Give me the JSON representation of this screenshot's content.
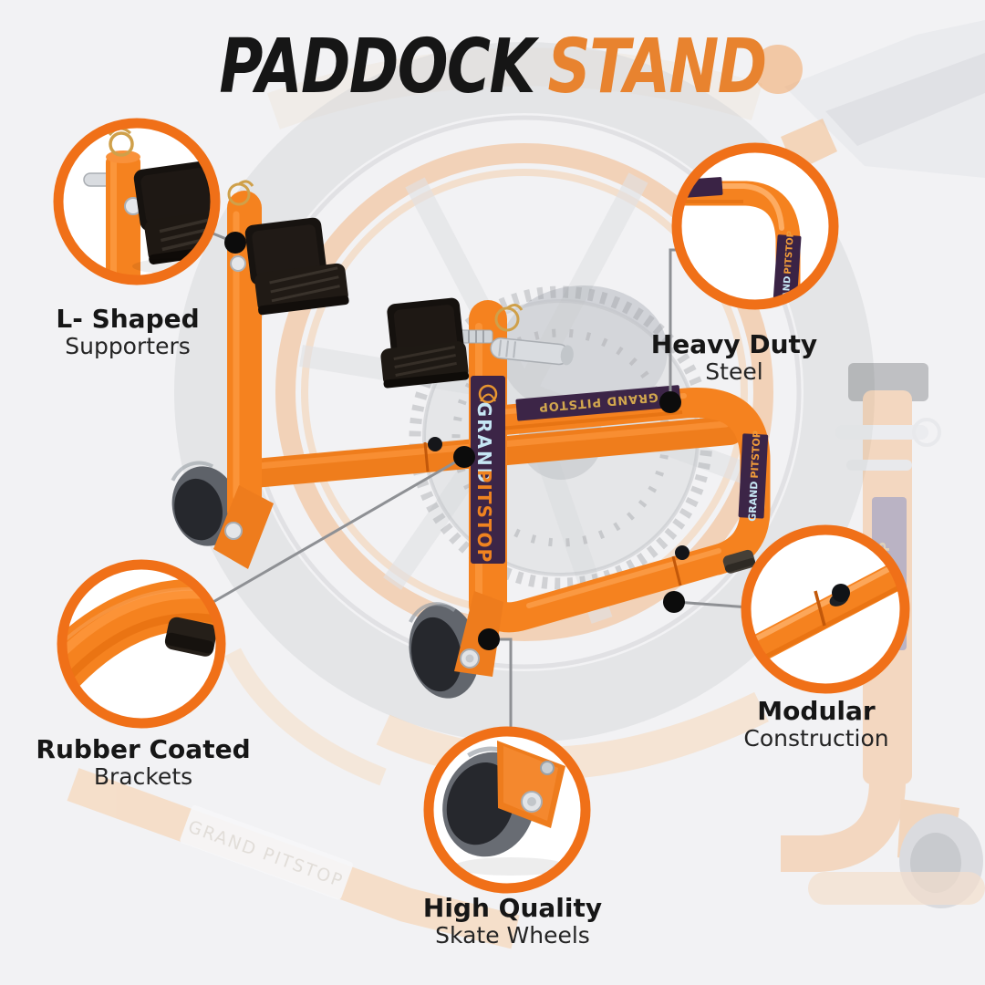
{
  "title": {
    "part1": "PADDOCK ",
    "part2": "STAND"
  },
  "colors": {
    "accent_orange": "#F07018",
    "tube_orange": "#F5821F",
    "title_black": "#161616",
    "title_orange": "#E8832F",
    "sticker_purple": "#3C2547",
    "connector_gray": "#8E9094",
    "dot_black": "#0C0C0C"
  },
  "callouts": [
    {
      "id": "l-shaped-supporters",
      "title": "L- Shaped",
      "subtitle": "Supporters"
    },
    {
      "id": "heavy-duty-steel",
      "title": "Heavy Duty",
      "subtitle": "Steel"
    },
    {
      "id": "rubber-coated-brackets",
      "title": "Rubber Coated",
      "subtitle": "Brackets"
    },
    {
      "id": "modular-construction",
      "title": "Modular",
      "subtitle": "Construction"
    },
    {
      "id": "high-quality-skate-wheels",
      "title": "High Quality",
      "subtitle": "Skate Wheels"
    }
  ],
  "stickers": {
    "brand_line1": "GRAND",
    "brand_line2": "PITSTOP",
    "brand_full": "GRAND PITSTOP"
  }
}
